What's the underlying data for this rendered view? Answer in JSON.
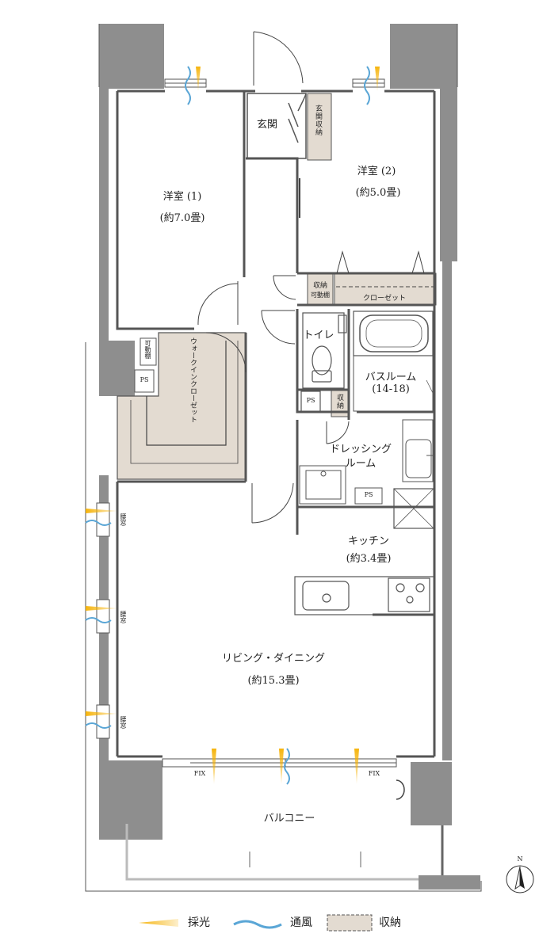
{
  "rooms": {
    "western1": {
      "name": "洋室 (1)",
      "area": "(約7.0畳)"
    },
    "western2": {
      "name": "洋室 (2)",
      "area": "(約5.0畳)"
    },
    "entrance": "玄関",
    "entrance_storage": "玄関収納",
    "wic": "ウォークインクローゼット",
    "wic_shelf": "可動棚",
    "closet": "クローゼット",
    "storage_shelf": {
      "line1": "収納",
      "line2": "可動棚"
    },
    "toilet": "トイレ",
    "bath": {
      "name": "バスルーム",
      "size": "(14-18)"
    },
    "dressing": {
      "line1": "ドレッシング",
      "line2": "ルーム"
    },
    "storage": "収納",
    "kitchen": {
      "name": "キッチン",
      "area": "(約3.4畳)"
    },
    "living": {
      "name": "リビング・ダイニング",
      "area": "(約15.3畳)"
    },
    "balcony": "バルコニー",
    "ps": "PS",
    "waist_window": "腰窓",
    "fix": "FIX"
  },
  "compass": "N",
  "legend": [
    {
      "label": "採光",
      "color": "#f5b000",
      "icon": "light-icon"
    },
    {
      "label": "通風",
      "color": "#5aa6d6",
      "icon": "wind-icon"
    },
    {
      "label": "収納",
      "color": "#e3dbd1",
      "icon": "storage-swatch"
    }
  ],
  "colors": {
    "wall": "#8e8e8e",
    "storage": "#e3dbd1",
    "light": "#f5b000",
    "wind": "#5aa6d6"
  }
}
